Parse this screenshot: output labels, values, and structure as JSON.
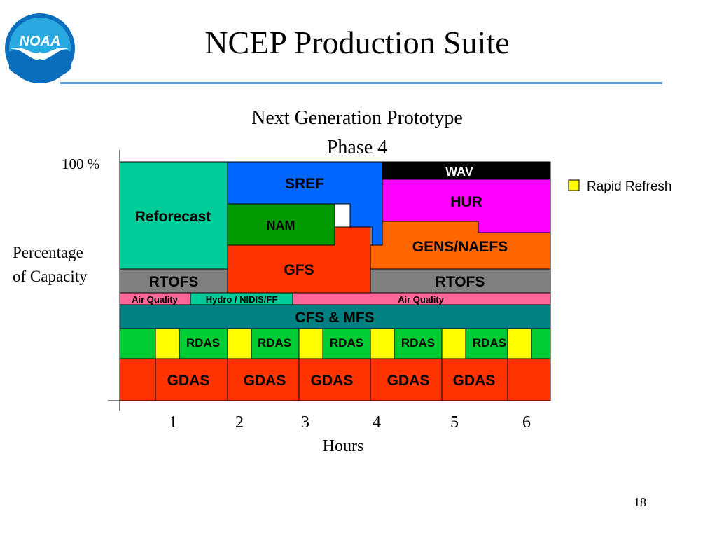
{
  "slide": {
    "title": "NCEP Production Suite",
    "subtitle_line1": "Next Generation Prototype",
    "subtitle_line2": "Phase 4",
    "page_number": "18"
  },
  "logo": {
    "text": "NOAA",
    "icon": "noaa-logo-icon",
    "colors": {
      "outer": "#0a6ebd",
      "inner": "#2aa9e0",
      "bird": "#ffffff"
    }
  },
  "axis": {
    "y_top_label": "100 %",
    "y_label_line1": "Percentage",
    "y_label_line2": "of Capacity",
    "x_label": "Hours",
    "x_ticks": [
      "1",
      "2",
      "3",
      "4",
      "5",
      "6"
    ]
  },
  "legend": {
    "label": "Rapid Refresh",
    "color": "#ffff00"
  },
  "colors": {
    "reforecast": "#00cc99",
    "sref": "#0066ff",
    "nam": "#009900",
    "gfs": "#ff3300",
    "wav": "#000000",
    "hur": "#ff00ff",
    "gens": "#ff6600",
    "rtofs": "#808080",
    "air_quality": "#ff6699",
    "hydro": "#00cc99",
    "cfs": "#008080",
    "rdas": "#00cc33",
    "rapid_refresh": "#ffff00",
    "gdas": "#ff3300"
  },
  "blocks": {
    "reforecast": "Reforecast",
    "sref": "SREF",
    "nam": "NAM",
    "gfs": "GFS",
    "wav": "WAV",
    "hur": "HUR",
    "gens": "GENS/NAEFS",
    "rtofs_left": "RTOFS",
    "rtofs_right": "RTOFS",
    "air_quality_left": "Air Quality",
    "hydro": "Hydro / NIDIS/FF",
    "air_quality_right": "Air Quality",
    "cfs": "CFS & MFS",
    "rdas": [
      "RDAS",
      "RDAS",
      "RDAS",
      "RDAS",
      "RDAS"
    ],
    "gdas": [
      "GDAS",
      "GDAS",
      "GDAS",
      "GDAS",
      "GDAS"
    ]
  }
}
